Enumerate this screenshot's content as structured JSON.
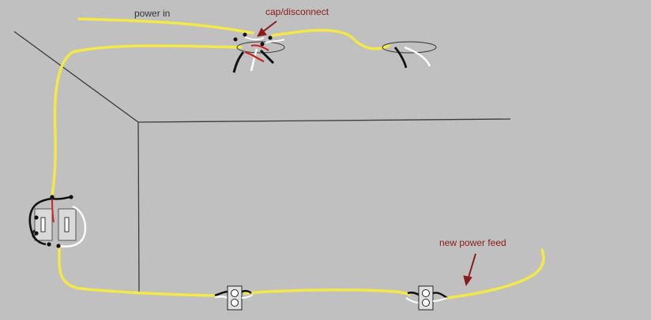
{
  "labels": {
    "power_in": "power in",
    "cap_disconnect": "cap/disconnect",
    "new_power_feed": "new power feed"
  },
  "colors": {
    "background": "#c0c0c0",
    "wire_hot": "#f2e84a",
    "wire_neutral": "#ffffff",
    "wire_black": "#111111",
    "wire_red": "#cc2222",
    "annotation": "#8b1a1a",
    "label_text": "#333333",
    "wall_lines": "#3a3a3a",
    "device": "#d9d9d9"
  }
}
